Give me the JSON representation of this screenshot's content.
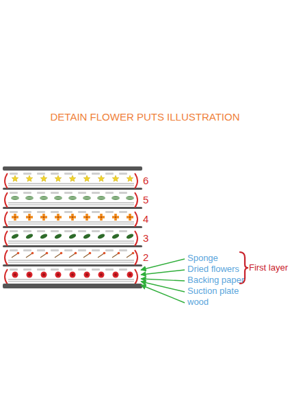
{
  "diagram": {
    "title": "DETAIN FLOWER PUTS ILLUSTRATION",
    "labels": [
      "6",
      "5",
      "4",
      "3",
      "2",
      "Sponge",
      "Dried flowers",
      "Backing paper",
      "Suction plate",
      "wood",
      "First layer"
    ]
  }
}
